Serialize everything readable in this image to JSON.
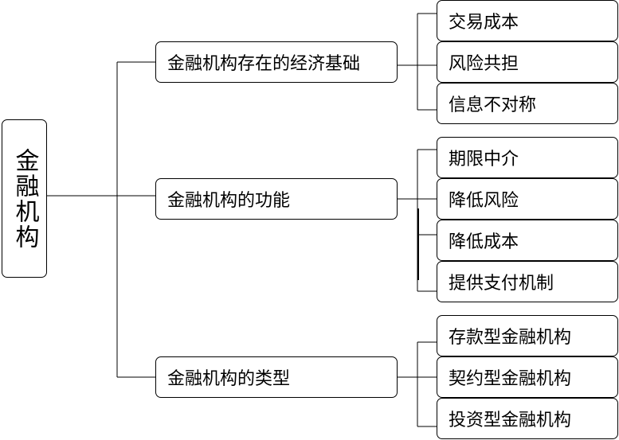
{
  "root": {
    "label": "金融机构"
  },
  "branches": [
    {
      "label": "金融机构存在的经济基础",
      "children": [
        "交易成本",
        "风险共担",
        "信息不对称"
      ]
    },
    {
      "label": "金融机构的功能",
      "children": [
        "期限中介",
        "降低风险",
        "降低成本",
        "提供支付机制"
      ]
    },
    {
      "label": "金融机构的类型",
      "children": [
        "存款型金融机构",
        "契约型金融机构",
        "投资型金融机构"
      ]
    }
  ]
}
